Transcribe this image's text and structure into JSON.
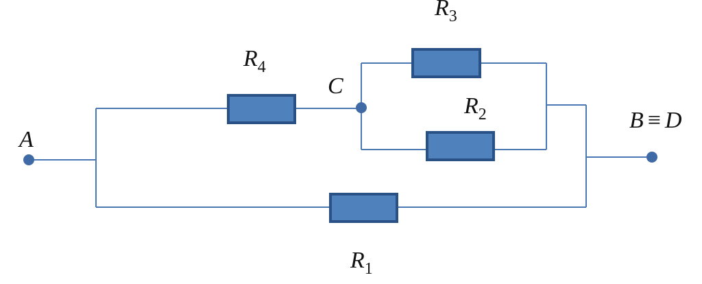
{
  "colors": {
    "wire": "#4a78b5",
    "resistor_fill": "#4f81bd",
    "resistor_stroke": "#2a5185",
    "node": "#3f6aa5"
  },
  "labels": {
    "node_a": "A",
    "node_c": "C",
    "node_b": "B",
    "equiv_symbol": "≡",
    "node_d": "D",
    "r1": {
      "letter": "R",
      "sub": "1"
    },
    "r2": {
      "letter": "R",
      "sub": "2"
    },
    "r3": {
      "letter": "R",
      "sub": "3"
    },
    "r4": {
      "letter": "R",
      "sub": "4"
    }
  }
}
